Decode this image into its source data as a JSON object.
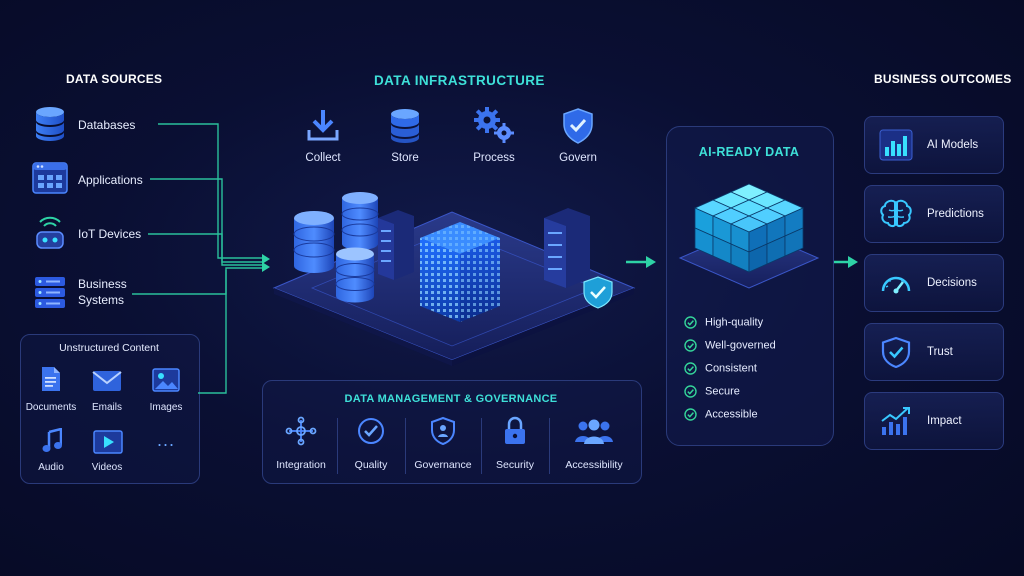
{
  "sections": {
    "data_sources": "DATA SOURCES",
    "data_infrastructure": "DATA INFRASTRUCTURE",
    "business_outcomes": "BUSINESS OUTCOMES"
  },
  "sources": [
    {
      "label": "Databases",
      "icon": "database-icon"
    },
    {
      "label": "Applications",
      "icon": "application-window-icon"
    },
    {
      "label": "IoT Devices",
      "icon": "iot-device-icon"
    },
    {
      "label": "Business\nSystems",
      "icon": "server-rack-icon"
    }
  ],
  "unstructured": {
    "title": "Unstructured Content",
    "items": [
      "Documents",
      "Emails",
      "Images",
      "Audio",
      "Videos",
      "..."
    ]
  },
  "infra_steps": [
    {
      "label": "Collect",
      "icon": "download-tray-icon"
    },
    {
      "label": "Store",
      "icon": "database-icon"
    },
    {
      "label": "Process",
      "icon": "gears-icon"
    },
    {
      "label": "Govern",
      "icon": "shield-check-icon"
    }
  ],
  "governance": {
    "title": "DATA MANAGEMENT & GOVERNANCE",
    "items": [
      "Integration",
      "Quality",
      "Governance",
      "Security",
      "Accessibility"
    ]
  },
  "ai_ready": {
    "title": "AI-READY DATA",
    "checks": [
      "High-quality",
      "Well-governed",
      "Consistent",
      "Secure",
      "Accessible"
    ]
  },
  "outcomes": [
    {
      "label": "AI Models",
      "icon": "bar-chart-icon"
    },
    {
      "label": "Predictions",
      "icon": "brain-icon"
    },
    {
      "label": "Decisions",
      "icon": "speedometer-icon"
    },
    {
      "label": "Trust",
      "icon": "shield-check-icon"
    },
    {
      "label": "Impact",
      "icon": "growth-chart-icon"
    }
  ],
  "colors": {
    "background": "#0a0f33",
    "accent_cyan": "#3ee0d8",
    "accent_blue": "#3b82f6",
    "connector_green": "#2ed3a6",
    "check_green": "#34d399"
  }
}
